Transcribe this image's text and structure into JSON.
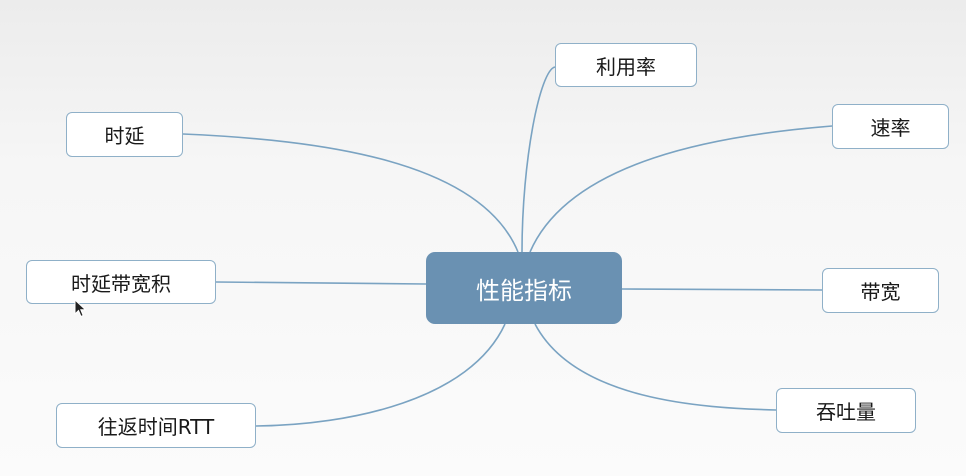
{
  "colors": {
    "center_fill": "#6a91b2",
    "node_border": "#8fb0c8",
    "link": "#7aa3c2"
  },
  "center": {
    "label": "性能指标"
  },
  "nodes": [
    {
      "id": "utilization",
      "label": "利用率"
    },
    {
      "id": "rate",
      "label": "速率"
    },
    {
      "id": "bandwidth",
      "label": "带宽"
    },
    {
      "id": "throughput",
      "label": "吞吐量"
    },
    {
      "id": "delay",
      "label": "时延"
    },
    {
      "id": "delay-bandwidth-product",
      "label": "时延带宽积"
    },
    {
      "id": "rtt",
      "label": "往返时间RTT"
    }
  ],
  "cursor": {
    "icon": "mouse-pointer-icon"
  }
}
